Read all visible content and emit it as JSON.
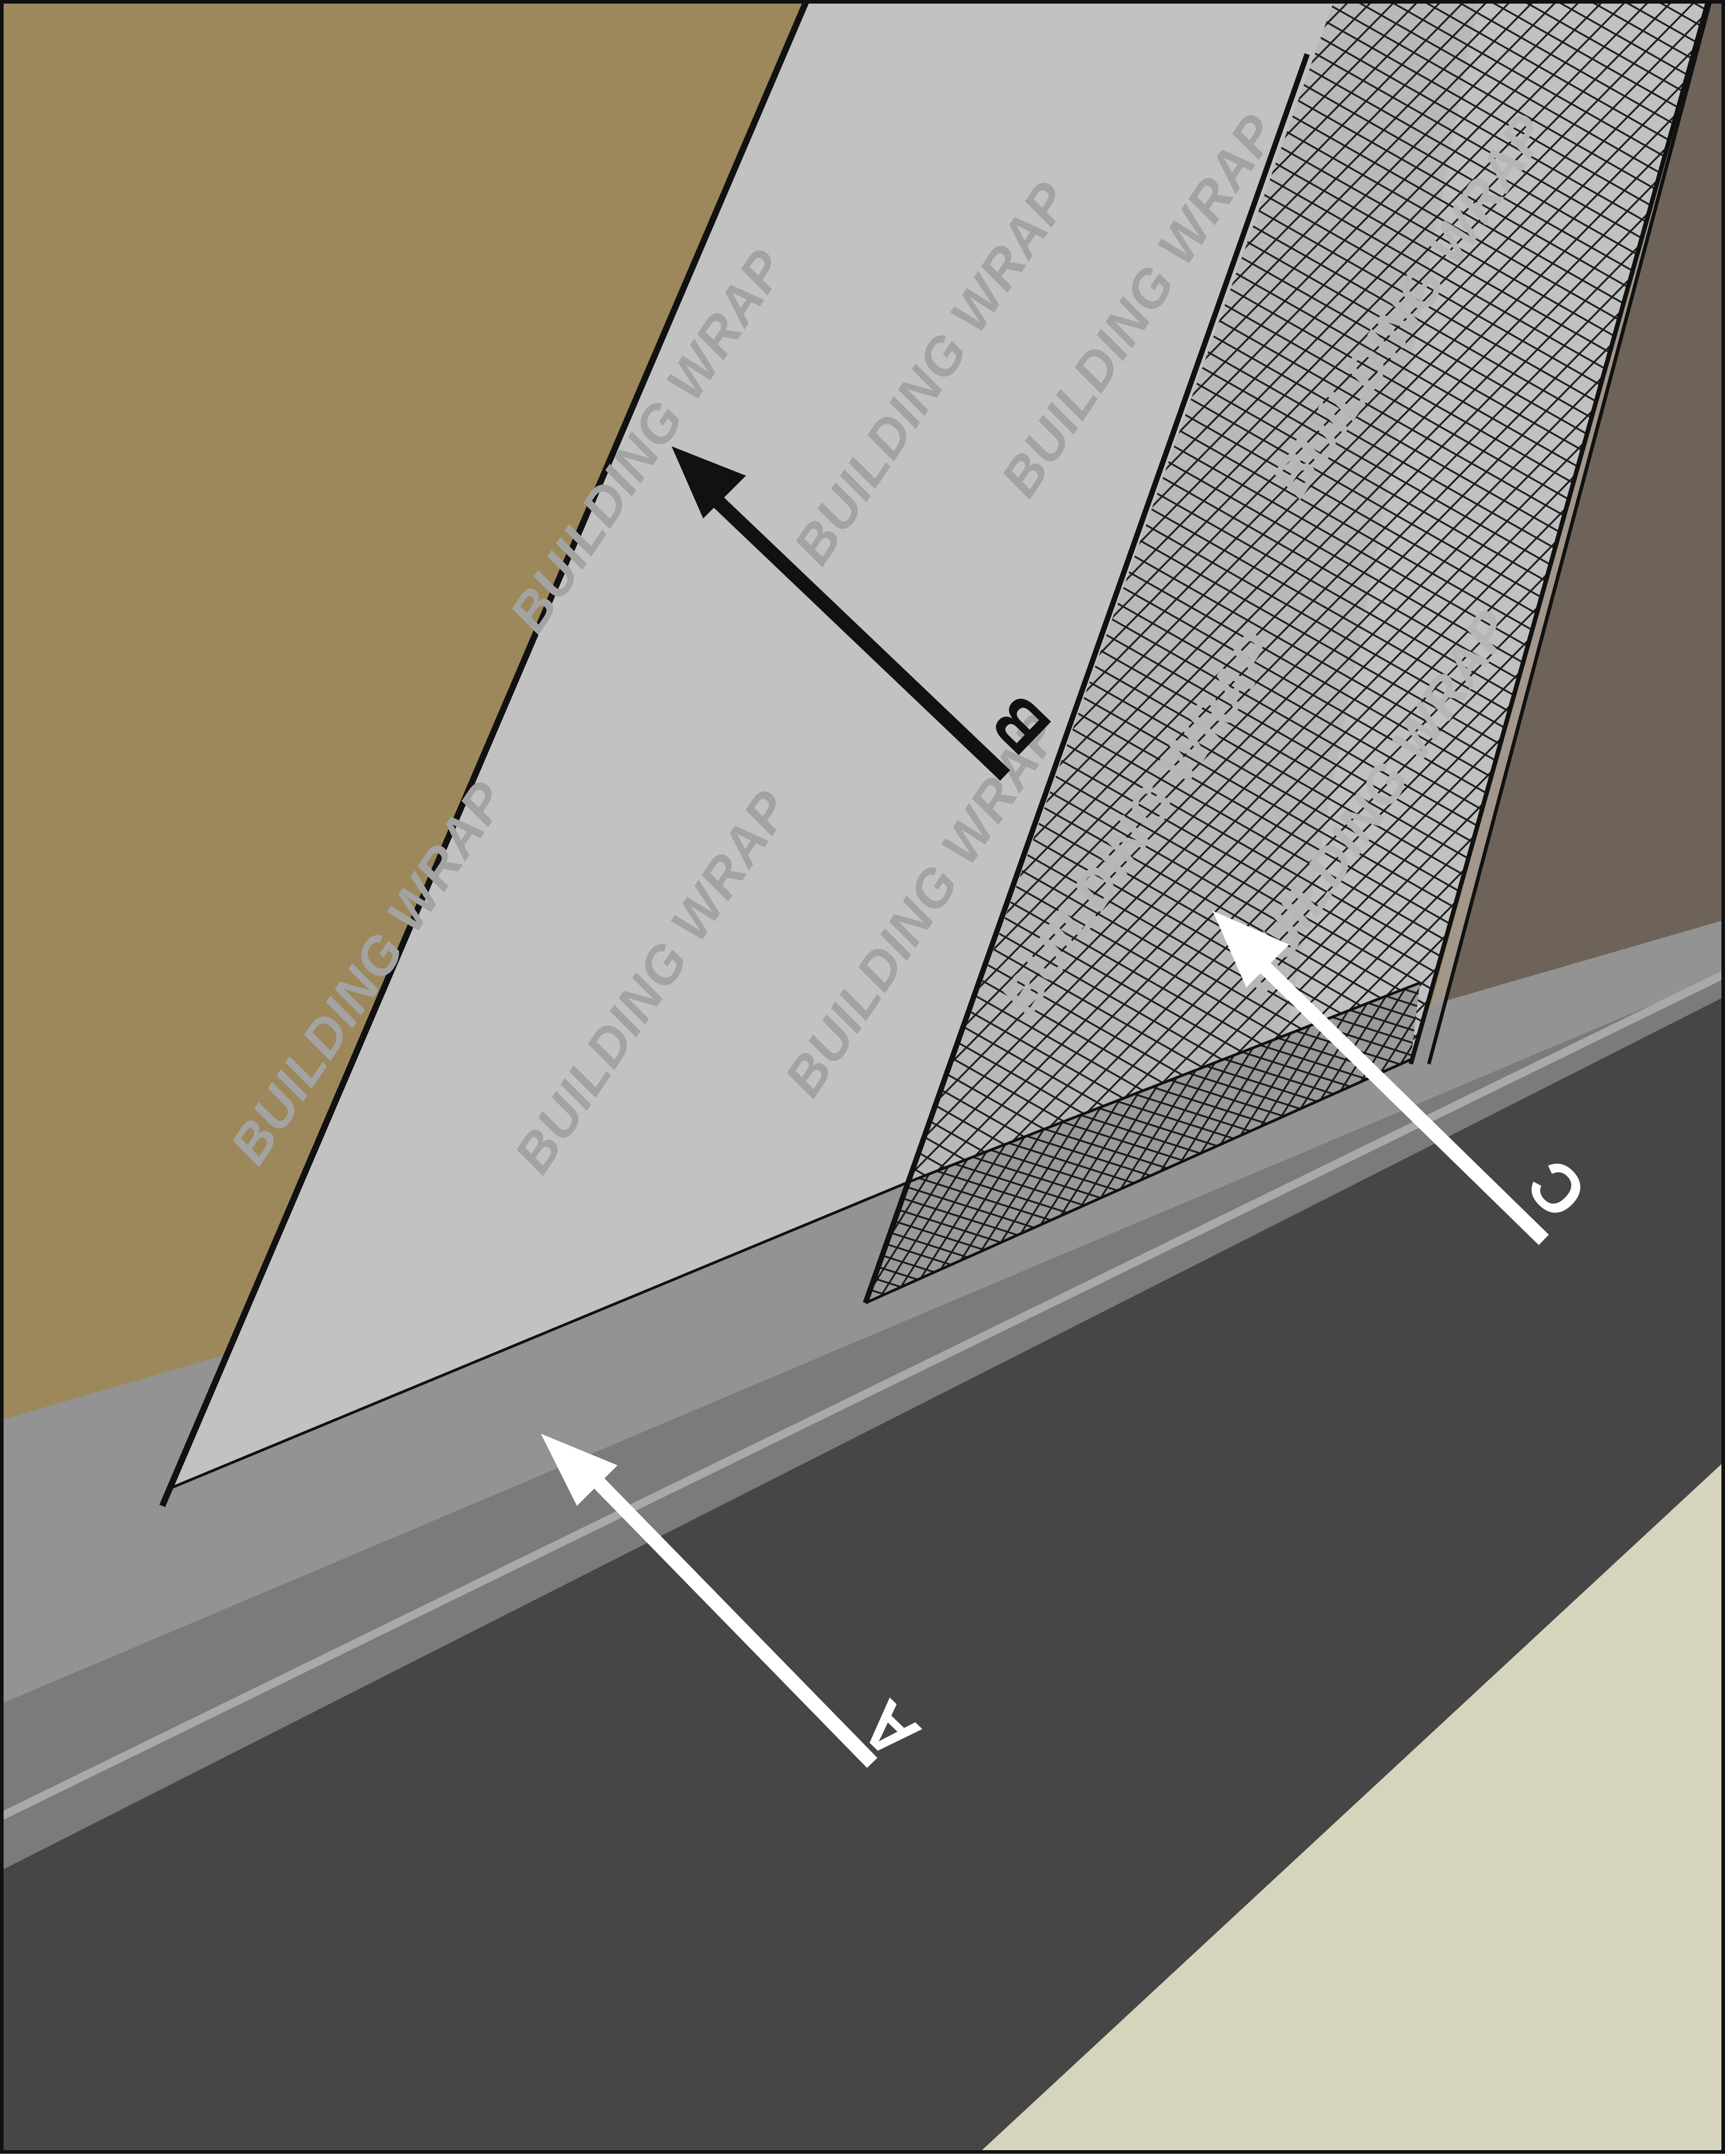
{
  "watermark_text": "BUILDING WRAP",
  "callouts": [
    {
      "letter": "A",
      "color": "#ffffff"
    },
    {
      "letter": "B",
      "color": "#111111"
    },
    {
      "letter": "C",
      "color": "#ffffff"
    }
  ],
  "colors": {
    "wall_left": "#9c885b",
    "building_wrap": "#c2c2c2",
    "mesh_background": "#b9b9b9",
    "mesh_line": "#1e1e1e",
    "wall_right": "#6d6358",
    "flashing_top": "#939393",
    "flashing_bottom": "#7b7b7b",
    "foundation": "#464646",
    "ground": "#d6d4bd",
    "outline": "#111111"
  },
  "icons": {
    "arrow_A": "arrow-up-left-icon",
    "arrow_B": "arrow-up-left-icon",
    "arrow_C": "arrow-up-left-icon"
  }
}
